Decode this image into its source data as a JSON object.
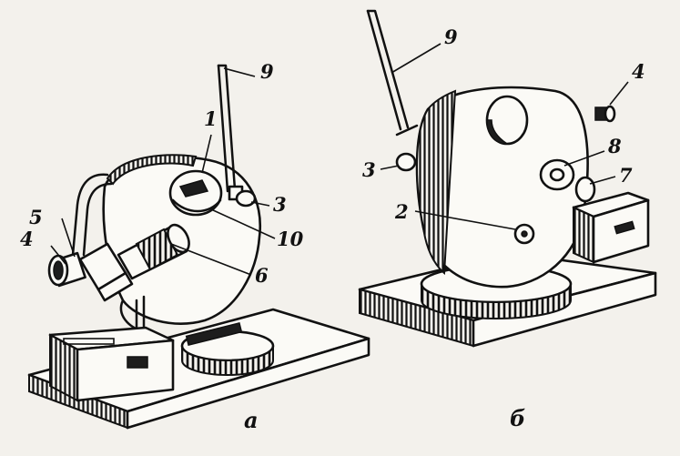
{
  "figure": {
    "views": [
      {
        "id": "a",
        "caption": "а",
        "labels": [
          "1",
          "3",
          "4",
          "5",
          "6",
          "9",
          "10"
        ]
      },
      {
        "id": "b",
        "caption": "б",
        "labels": [
          "2",
          "3",
          "4",
          "7",
          "8",
          "9"
        ]
      }
    ]
  }
}
